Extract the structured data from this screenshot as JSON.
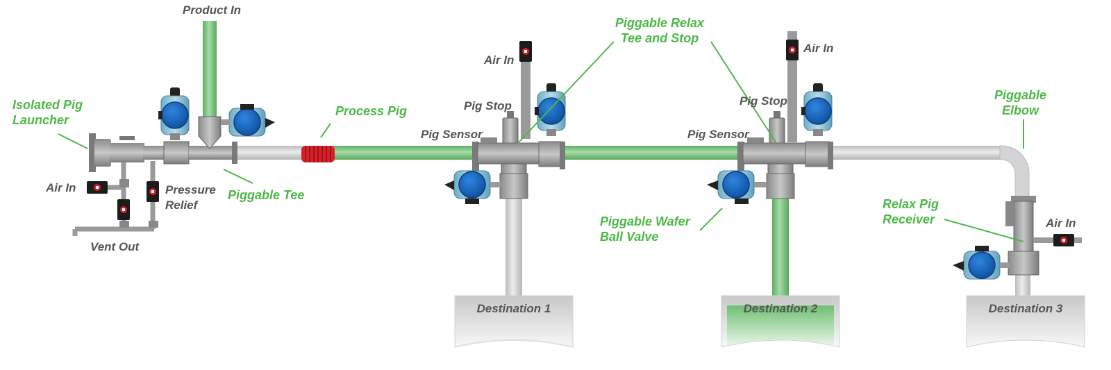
{
  "colors": {
    "accent_green": "#4db848",
    "product_green": "#7cc47f",
    "label_grey": "#555555",
    "pipe_light": "#d6d6d6",
    "fitting_grey": "#a3a3a3",
    "actuator_blue": "#1b6bc4",
    "pig_red": "#d8202a"
  },
  "labels": {
    "product_in": "Product In",
    "isolated_pig_launcher": [
      "Isolated Pig",
      "Launcher"
    ],
    "air_in_launcher": "Air In",
    "pressure_relief": [
      "Pressure",
      "Relief"
    ],
    "vent_out": "Vent Out",
    "piggable_tee": "Piggable Tee",
    "process_pig": "Process Pig",
    "air_in_1": "Air In",
    "pig_stop_1": "Pig Stop",
    "pig_sensor_1": "Pig Sensor",
    "relax_tee_stop": [
      "Piggable Relax",
      "Tee and Stop"
    ],
    "air_in_2": "Air In",
    "pig_stop_2": "Pig Stop",
    "pig_sensor_2": "Pig Sensor",
    "wafer_ball_valve": [
      "Piggable Wafer",
      "Ball Valve"
    ],
    "piggable_elbow": [
      "Piggable",
      "Elbow"
    ],
    "relax_pig_receiver": [
      "Relax Pig",
      "Receiver"
    ],
    "air_in_3": "Air In",
    "destination_1": "Destination 1",
    "destination_2": "Destination 2",
    "destination_3": "Destination 3"
  }
}
